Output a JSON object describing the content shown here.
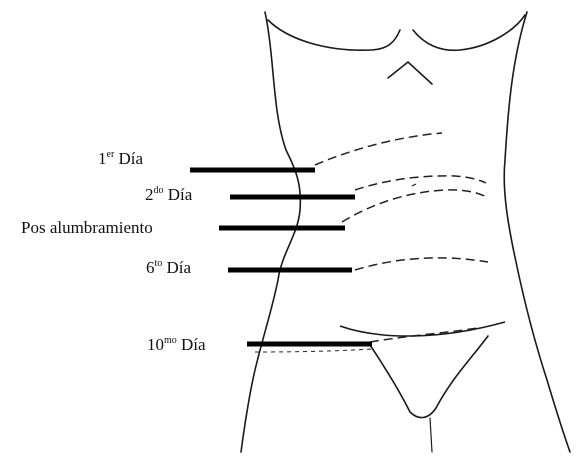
{
  "labels": {
    "day1": {
      "number": "1",
      "suffix": "er",
      "word": "Día"
    },
    "day2": {
      "number": "2",
      "suffix": "do",
      "word": "Día"
    },
    "post": {
      "text": "Pos alumbramiento"
    },
    "day6": {
      "number": "6",
      "suffix": "to",
      "word": "Día"
    },
    "day10": {
      "number": "10",
      "suffix": "mo",
      "word": "Día"
    }
  },
  "colors": {
    "ink": "#111111",
    "background": "#ffffff"
  }
}
